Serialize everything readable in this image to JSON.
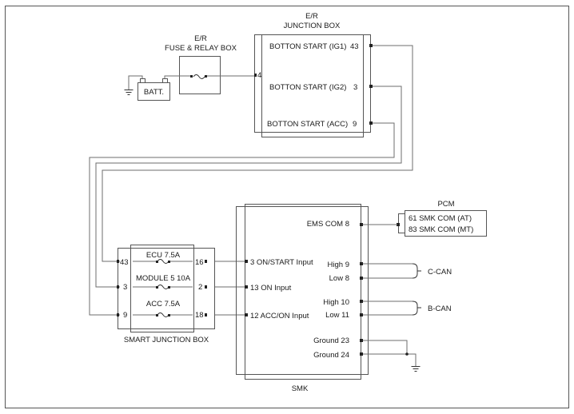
{
  "diagram": {
    "er_junction_box": {
      "title_line1": "E/R",
      "title_line2": "JUNCTION BOX",
      "pin_left": "4",
      "pins": [
        {
          "label": "BOTTON START (IG1)",
          "num": "43"
        },
        {
          "label": "BOTTON START (IG2)",
          "num": "3"
        },
        {
          "label": "BOTTON START (ACC)",
          "num": "9"
        }
      ]
    },
    "fuse_relay_box": {
      "title_line1": "E/R",
      "title_line2": "FUSE & RELAY BOX"
    },
    "battery": {
      "label": "BATT."
    },
    "smart_junction_box": {
      "label": "SMART JUNCTION BOX",
      "fuses": [
        {
          "label": "ECU 7.5A",
          "pin_in": "43",
          "pin_out": "16"
        },
        {
          "label": "MODULE 5 10A",
          "pin_in": "3",
          "pin_out": "2"
        },
        {
          "label": "ACC 7.5A",
          "pin_in": "9",
          "pin_out": "18"
        }
      ]
    },
    "smk": {
      "label": "SMK",
      "inputs": [
        "3 ON/START Input",
        "13 ON Input",
        "12 ACC/ON Input"
      ],
      "ems": "EMS COM 8",
      "high9": "High 9",
      "low8": "Low 8",
      "high10": "High 10",
      "low11": "Low 11",
      "ground23": "Ground 23",
      "ground24": "Ground 24"
    },
    "pcm": {
      "title": "PCM",
      "line1": "61 SMK COM (AT)",
      "line2": "83 SMK COM (MT)"
    },
    "c_can": "C-CAN",
    "b_can": "B-CAN"
  }
}
